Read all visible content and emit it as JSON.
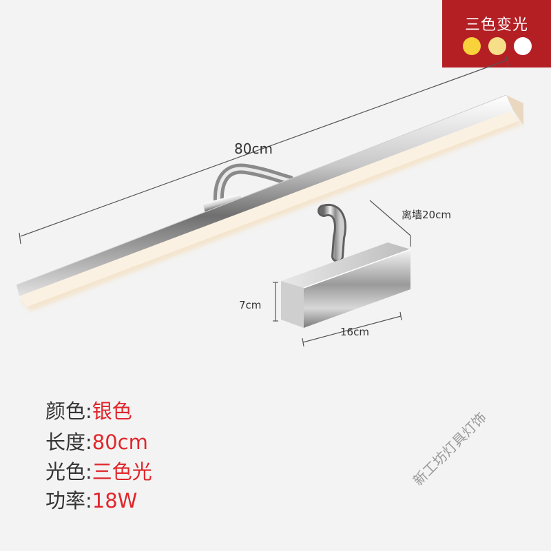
{
  "badge": {
    "title": "三色变光",
    "colors": [
      "#f7d23a",
      "#f7df8a",
      "#ffffff"
    ]
  },
  "dimensions": {
    "length": "80cm",
    "wall_distance": "离墙20cm",
    "height": "7cm",
    "width": "16cm"
  },
  "specs": [
    {
      "key": "颜色:",
      "value": "银色"
    },
    {
      "key": "长度:",
      "value": "80cm"
    },
    {
      "key": "光色:",
      "value": "三色光"
    },
    {
      "key": "功率:",
      "value": "18W"
    }
  ],
  "watermark": "新工坊灯具灯饰",
  "colors": {
    "accent": "#e0262b",
    "badge_bg": "#b41f24",
    "background": "#f3f3f3"
  }
}
